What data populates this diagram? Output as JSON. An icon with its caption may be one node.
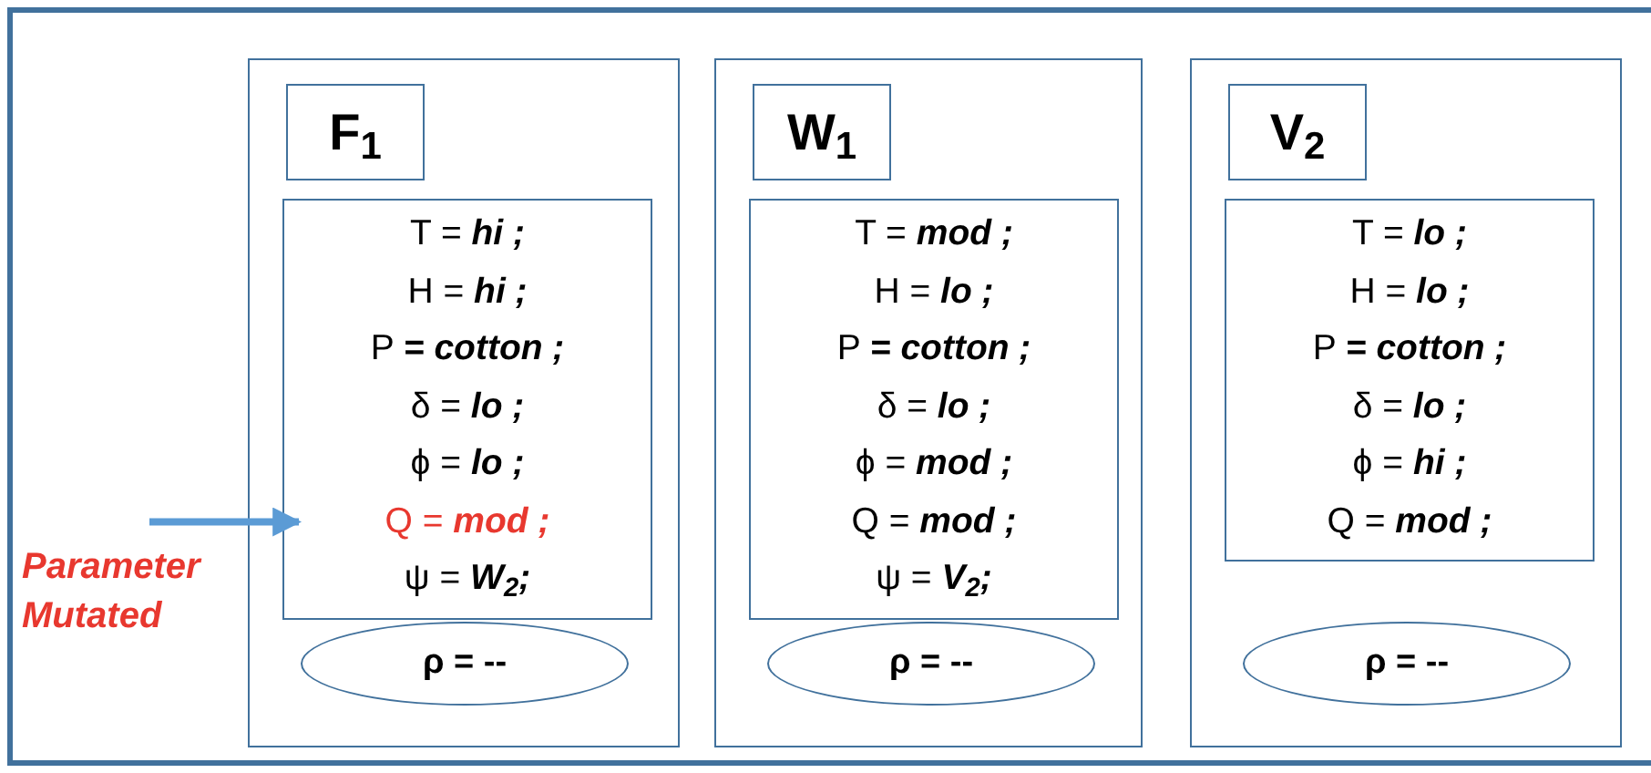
{
  "diagram": {
    "nodes": [
      {
        "text": [],
        "shape": "box"
      },
      {
        "text": [
          "F$_{1}$"
        ],
        "in": 0
      },
      {
        "text": [],
        "shape": "box",
        "in": 0
      },
      {
        "text": [
          "T = **hi ;**"
        ],
        "in": 2
      },
      {
        "text": [
          "H = **hi ;**"
        ],
        "in": 2
      },
      {
        "text": [
          "P **= cotton ;**"
        ],
        "in": 2
      },
      {
        "text": [
          "δ = **lo ;**"
        ],
        "in": 2
      },
      {
        "text": [
          "ϕ = **lo ;**"
        ],
        "in": 2
      },
      {
        "text": [
          "Q = **mod ;**"
        ],
        "in": 2
      },
      {
        "text": [
          "ψ = **W**$_{2}$**;**"
        ],
        "in": 2
      },
      {
        "text": [
          "ρ = --"
        ],
        "in": 0
      },
      {
        "text": [],
        "shape": "box"
      },
      {
        "text": [
          "W$_{1}$"
        ],
        "in": 11
      },
      {
        "text": [],
        "shape": "box",
        "in": 11
      },
      {
        "text": [
          "T = **mod ;**"
        ],
        "in": 13
      },
      {
        "text": [
          "H = **lo ;**"
        ],
        "in": 13
      },
      {
        "text": [
          "P **= cotton ;**"
        ],
        "in": 13
      },
      {
        "text": [
          "δ = **lo ;**"
        ],
        "in": 13
      },
      {
        "text": [
          "ϕ = **mod ;**"
        ],
        "in": 13
      },
      {
        "text": [
          "Q = **mod ;**"
        ],
        "in": 13
      },
      {
        "text": [
          "ψ = **V**$_{2}$**;**"
        ],
        "in": 13
      },
      {
        "text": [
          "ρ = --"
        ],
        "in": 11
      },
      {
        "text": [],
        "shape": "box"
      },
      {
        "text": [
          "V$_{2}$"
        ],
        "in": 22
      },
      {
        "text": [],
        "shape": "box",
        "in": 22
      },
      {
        "text": [
          "T = **lo ;**"
        ],
        "in": 24
      },
      {
        "text": [
          "H = **lo ;**"
        ],
        "in": 24
      },
      {
        "text": [
          "P **= cotton ;**"
        ],
        "in": 24
      },
      {
        "text": [
          "δ = **lo ;**"
        ],
        "in": 24
      },
      {
        "text": [
          "ϕ = **hi ;**"
        ],
        "in": 24
      },
      {
        "text": [
          "Q = **mod ;**"
        ],
        "in": 24
      },
      {
        "text": [
          "ρ = --"
        ],
        "in": 22
      },
      {
        "text": [
          "Parameter Mutated"
        ]
      }
    ],
    "edges": [
      {
        "from": 32,
        "to": 8,
        "arrow": "to"
      }
    ]
  }
}
